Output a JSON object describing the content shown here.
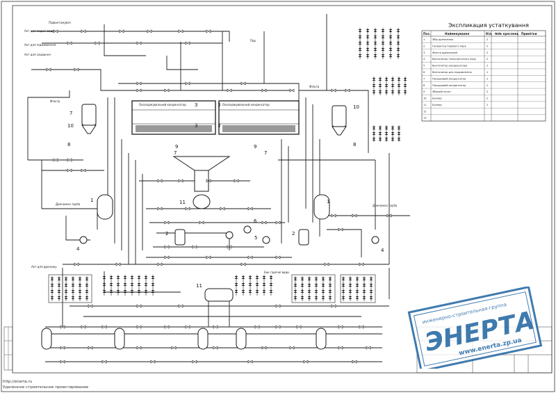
{
  "legend": {
    "title": "Экспликация устаткування",
    "headers": [
      "Поз.",
      "Найменування",
      "Кіл.",
      "№№ креслень",
      "Примітки"
    ],
    "rows": [
      [
        "1",
        "Збір дренажних",
        "2",
        "",
        ""
      ],
      [
        "2",
        "Генератор парового пару",
        "2",
        "",
        ""
      ],
      [
        "3",
        "Фільтр дренажний",
        "2",
        "",
        ""
      ],
      [
        "4",
        "Вентилятор технологічного пару",
        "2",
        "",
        ""
      ],
      [
        "5",
        "Вентилятор конденсатора",
        "2",
        "",
        ""
      ],
      [
        "6",
        "Вентилятор для підживлення",
        "1",
        "",
        ""
      ],
      [
        "7",
        "Посадковий конденсатор",
        "2",
        "",
        ""
      ],
      [
        "8",
        "Посадковий конденсатор",
        "2",
        "",
        ""
      ],
      [
        "9",
        "Збірний пункт",
        "2",
        "",
        ""
      ],
      [
        "10",
        "Бункер",
        "2",
        "",
        ""
      ],
      [
        "11",
        "Бункер",
        "2",
        "",
        ""
      ],
      [
        "12",
        "",
        "",
        "",
        ""
      ],
      [
        "13",
        "",
        "",
        "",
        ""
      ]
    ]
  },
  "callouts": [
    "1",
    "2",
    "3",
    "4",
    "5",
    "6",
    "7",
    "8",
    "9",
    "10",
    "11"
  ],
  "labels": {
    "loading": "Підвантажувач",
    "condenser_left": "Охолоджувальний конденсатор",
    "condenser_right": "Охолоджувальний конденсатор",
    "drain_left": "Дренажна труба",
    "drain_right": "Дренажна труба",
    "hot_water_tank": "Бак гарячої води",
    "steam_top": "Пар",
    "filter_upper": "Фільтр",
    "filter_lower": "Фільтр"
  },
  "notes_left": [
    "Акт для подачі води",
    "Акт для підживлення",
    "Акт для скидання",
    "Акт для дренажу"
  ],
  "footer": {
    "url": "http://enerta.ru",
    "tagline": "Удаленное строительное проектирование"
  },
  "stamp": {
    "brand": "ЭНЕРТА",
    "subtitle": "инженерно-строительная группа",
    "url": "www.enerta.zp.ua"
  },
  "colors": {
    "ink": "#1a1a1a",
    "stamp": "#2f6fa8"
  }
}
